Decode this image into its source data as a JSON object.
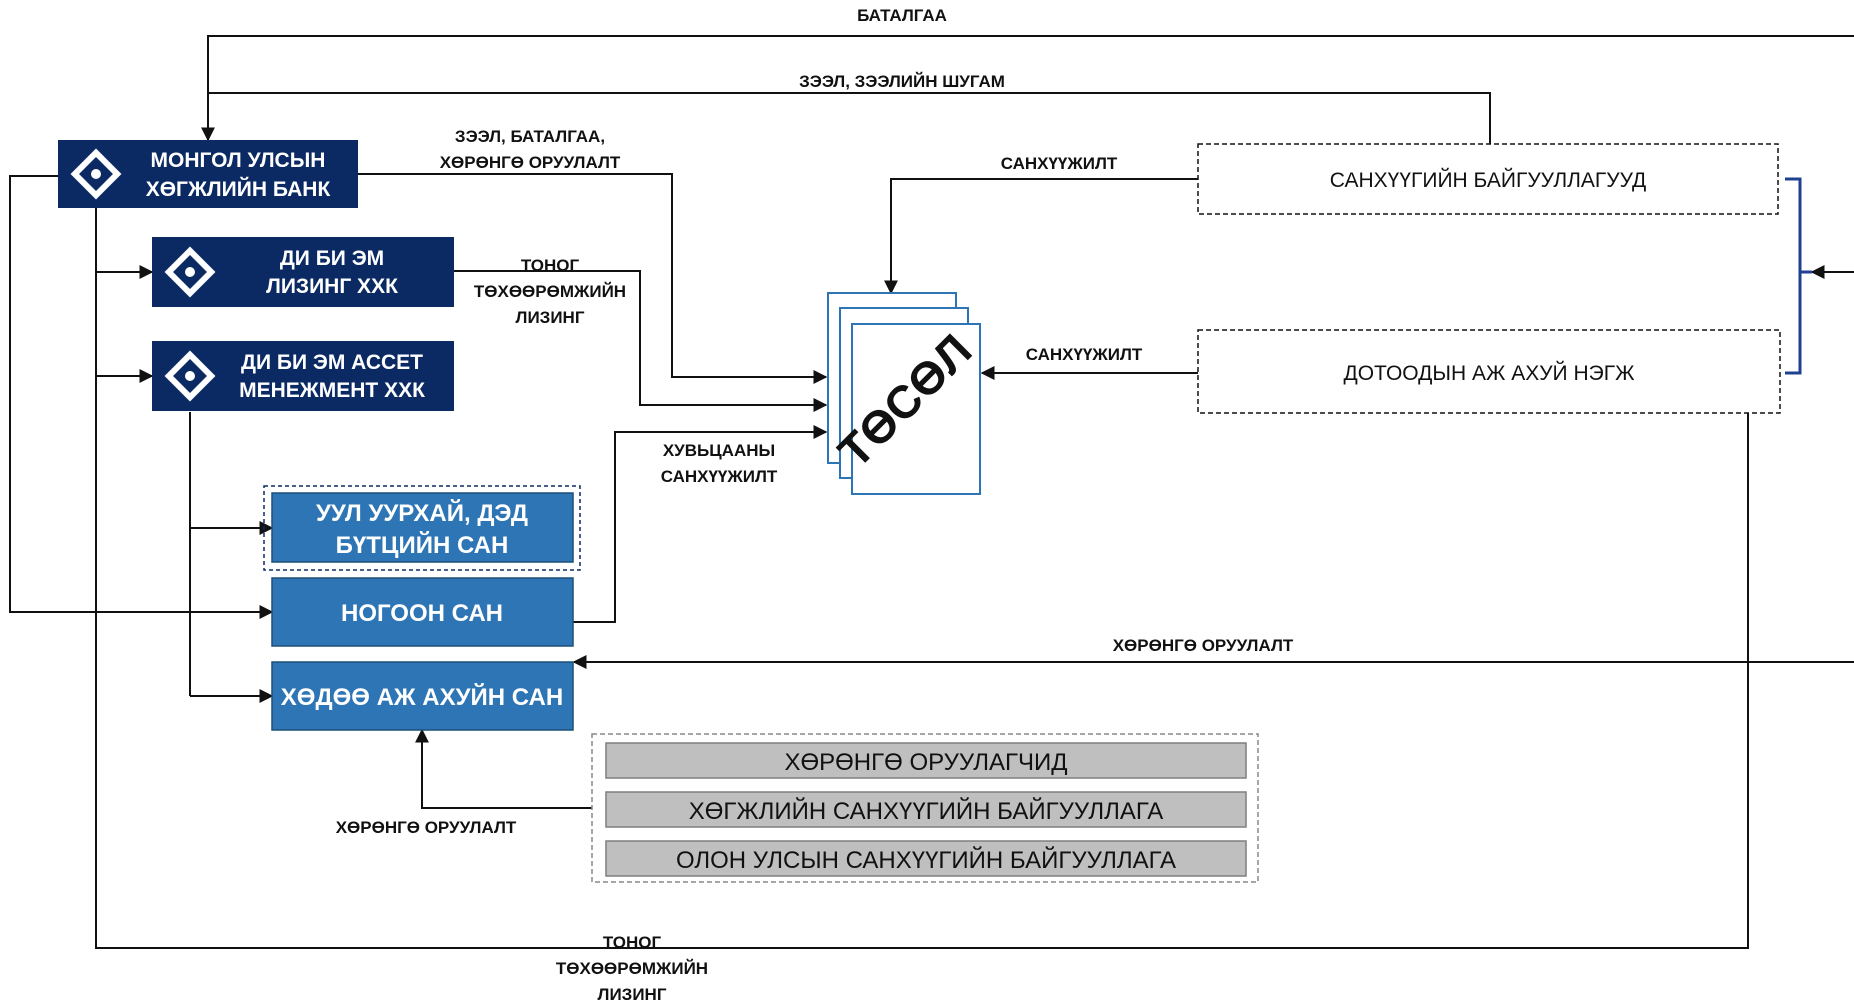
{
  "entities": {
    "mongol_bank": {
      "line1": "МОНГОЛ УЛСЫН",
      "line2": "ХӨГЖЛИЙН БАНК"
    },
    "dbm_leasing": {
      "line1": "ДИ БИ ЭМ",
      "line2": "ЛИЗИНГ ХХК"
    },
    "dbm_asset": {
      "line1": "ДИ БИ ЭМ АССЕТ",
      "line2": "МЕНЕЖМЕНТ ХХК"
    },
    "mining_fund": {
      "line1": "УУЛ УУРХАЙ, ДЭД",
      "line2": "БҮТЦИЙН САН"
    },
    "green_fund": {
      "label": "НОГООН САН"
    },
    "agri_fund": {
      "label": "ХӨДӨӨ АЖ АХУЙН САН"
    },
    "financial_orgs": {
      "label": "САНХҮҮГИЙН БАЙГУУЛЛАГУУД"
    },
    "domestic_units": {
      "label": "ДОТООДЫН АЖ АХУЙ НЭГЖ"
    },
    "project": {
      "label": "ТӨСӨЛ"
    }
  },
  "investors": [
    "ХӨРӨНГӨ ОРУУЛАГЧИД",
    "ХӨГЖЛИЙН САНХҮҮГИЙН БАЙГУУЛЛАГА",
    "ОЛОН УЛСЫН САНХҮҮГИЙН БАЙГУУЛЛАГА"
  ],
  "flows": {
    "guarantee": "БАТАЛГАА",
    "loan_line": "ЗЭЭЛ, ЗЭЭЛИЙН ШУГАМ",
    "loan_guarantee_investment": {
      "line1": "ЗЭЭЛ, БАТАЛГАА,",
      "line2": "ХӨРӨНГӨ ОРУУЛАЛТ"
    },
    "leasing_mid": {
      "line1": "ТОНОГ",
      "line2": "ТӨХӨӨРӨМЖИЙН",
      "line3": "ЛИЗИНГ"
    },
    "financing_top": "САНХҮҮЖИЛТ",
    "financing_mid": "САНХҮҮЖИЛТ",
    "mixed_financing": {
      "line1": "ХУВЬЦААНЫ",
      "line2": "САНХҮҮЖИЛТ"
    },
    "investment_right": "ХӨРӨНГӨ ОРУУЛАЛТ",
    "investment_bottom": "ХӨРӨНГӨ ОРУУЛАЛТ",
    "leasing_bottom": {
      "line1": "ТОНОГ",
      "line2": "ТӨХӨӨРӨМЖИЙН",
      "line3": "ЛИЗИНГ"
    }
  },
  "colors": {
    "dark_blue": "#0b2a63",
    "medium_blue": "#2e75b6",
    "grey_box": "#bfbfbf",
    "line": "#111111"
  }
}
